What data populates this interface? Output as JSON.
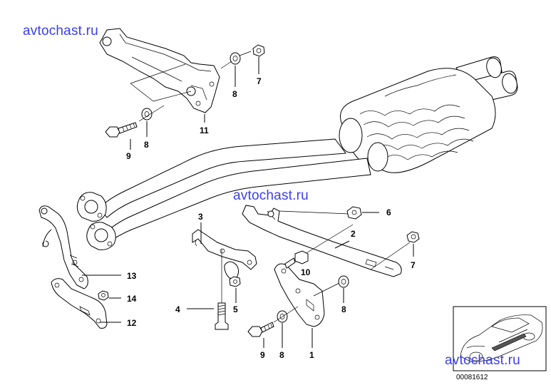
{
  "watermarks": [
    "avtochast.ru",
    "avtochast.ru",
    "avtochast.ru"
  ],
  "labels": {
    "p1": "1",
    "p2": "2",
    "p3": "3",
    "p4": "4",
    "p5": "5",
    "p6": "6",
    "p7a": "7",
    "p7b": "7",
    "p8a": "8",
    "p8b": "8",
    "p8c": "8",
    "p8d": "8",
    "p9a": "9",
    "p9b": "9",
    "p10": "10",
    "p11": "11",
    "p12": "12",
    "p13": "13",
    "p14": "14"
  },
  "doc_number": "00081612"
}
